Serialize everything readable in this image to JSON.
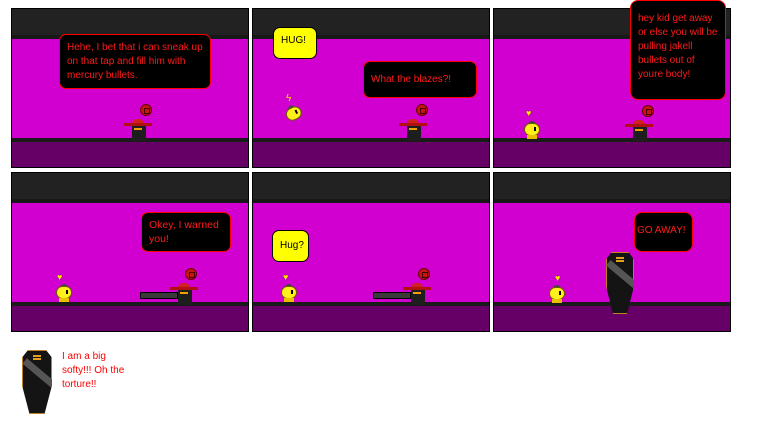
{
  "comic": {
    "panels": [
      {
        "id": 1,
        "speech": [
          {
            "speaker": "gunman",
            "style": "red",
            "text": "Hehe, I bet that i can sneak up on that tap and fill him with mercury bullets."
          }
        ]
      },
      {
        "id": 2,
        "speech": [
          {
            "speaker": "chick",
            "style": "yellow",
            "text": "HUG!"
          },
          {
            "speaker": "gunman",
            "style": "red",
            "text": "What the blazes?!"
          }
        ]
      },
      {
        "id": 3,
        "speech": [
          {
            "speaker": "gunman",
            "style": "red",
            "text": "hey kid get away or else you will be pulling jakell bullets out of youre body!"
          }
        ]
      },
      {
        "id": 4,
        "speech": [
          {
            "speaker": "gunman",
            "style": "red",
            "text": "Okey, I warned you!"
          }
        ]
      },
      {
        "id": 5,
        "speech": [
          {
            "speaker": "chick",
            "style": "yellow",
            "text": "Hug?"
          }
        ]
      },
      {
        "id": 6,
        "speech": [
          {
            "speaker": "coffin",
            "style": "red",
            "text": "GO AWAY!"
          }
        ]
      }
    ],
    "caption": {
      "text": "I am a big softy!!! Oh the torture!!"
    },
    "colors": {
      "wall": "#d100d1",
      "floor": "#660066",
      "ceiling": "#222222",
      "villain_text": "#ff1a1a",
      "chick_bubble": "#ffff00"
    },
    "icons": {
      "heart": "♥",
      "bolt": "ϟ"
    }
  }
}
